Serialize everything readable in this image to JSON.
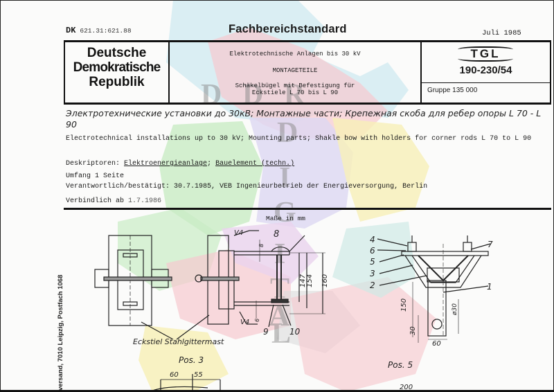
{
  "header": {
    "dk_label": "DK",
    "dk_code": "621.31:621.88",
    "title": "Fachbereichstandard",
    "date": "Juli 1985"
  },
  "logo": {
    "line1": "Deutsche",
    "line2": "Demokratische",
    "line3": "Republik"
  },
  "title_block": {
    "line1": "Elektrotechnische Anlagen bis 30 kV",
    "line2": "MONTAGETEILE",
    "line3": "Schäkelbügel mit Befestigung für",
    "line4": "Eckstiele L 70 bis L 90"
  },
  "standard": {
    "mark": "TGL",
    "number": "190-230/54",
    "group": "Gruppe  135 000"
  },
  "russian_title": "Электротехнические установки до 30кВ; Монтажные части; Крепежная скоба для ребер опоры L 70 - L 90",
  "english_title": "Electrotechnical installations up to 30 kV; Mounting parts; Shakle bow with holders for corner rods L 70 to L 90",
  "descriptors": {
    "label": "Deskriptoren:",
    "item1": "Elektroenergieanlage",
    "sep": "; ",
    "item2": "Bauelement (techn.)"
  },
  "scope": "Umfang 1 Seite",
  "responsible": "Verantwortlich/bestätigt: 30.7.1985, VEB Ingenieurbetrieb der Energieversorgung, Berlin",
  "binding": {
    "label": "Verbindlich ab",
    "date": "1.7.1986"
  },
  "drawing": {
    "units_note": "Maße in mm",
    "side_imprint": "versand, 7010 Leipzig, Postfach 1068",
    "left_caption": "Eckstiel Stahlgittermast",
    "pos3_label": "Pos. 3",
    "pos5_label": "Pos. 5",
    "dims_pos3": [
      "60",
      "55"
    ],
    "dims_side": [
      "8",
      "147",
      "154",
      "160",
      "6"
    ],
    "weld_marks": [
      "V4",
      "V4"
    ],
    "part_numbers_side": [
      "8",
      "9",
      "10"
    ],
    "part_numbers_pos5": [
      "4",
      "6",
      "5",
      "3",
      "2",
      "1",
      "7"
    ],
    "dims_pos5": [
      "150",
      "30",
      "ø30",
      "60"
    ],
    "dim_bottom": "200"
  },
  "watermark": {
    "letters": [
      "D",
      "D",
      "R",
      "D",
      "I",
      "G",
      "I",
      "T",
      "A",
      "L"
    ],
    "colors": {
      "blue": "#cfe9f0",
      "green": "#c9ecc4",
      "pink": "#f6c9cf",
      "lilac": "#ddd8f3",
      "yellow": "#f7f0b8",
      "gray": "#dcdcdc"
    }
  }
}
